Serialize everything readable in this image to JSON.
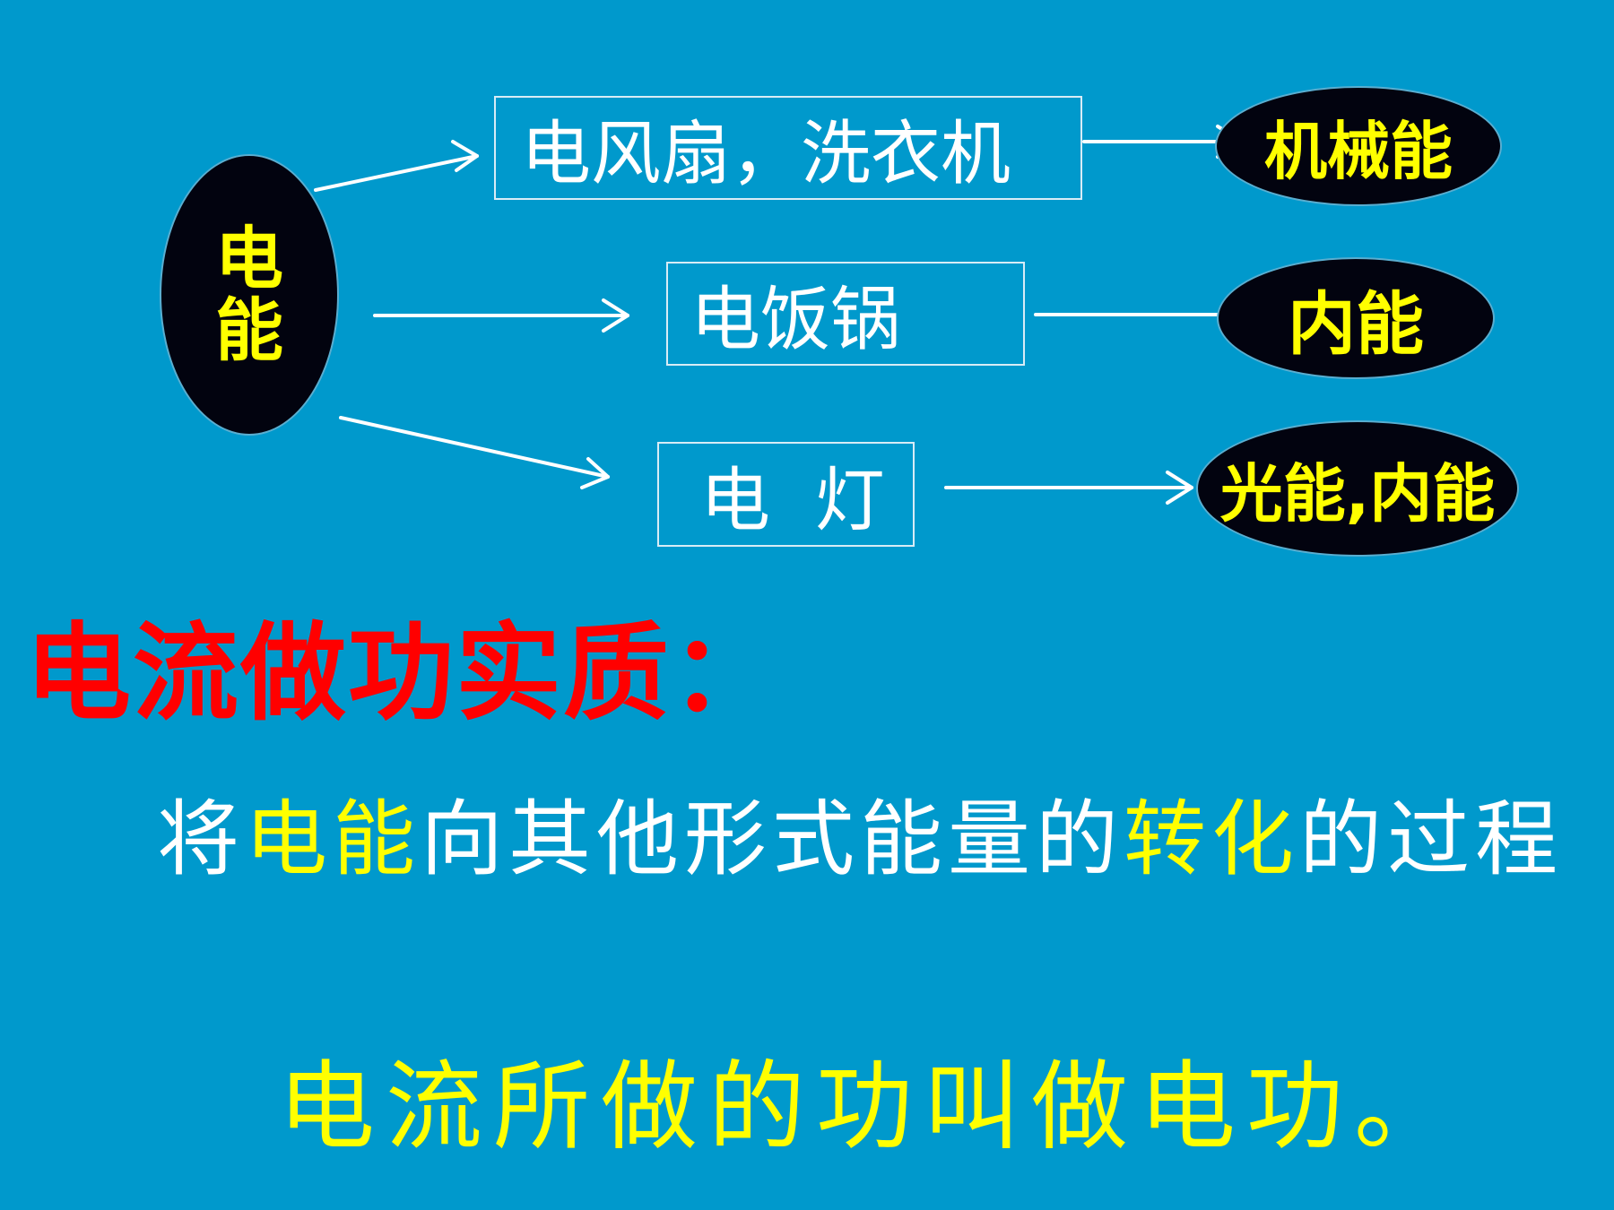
{
  "source": {
    "line1": "电",
    "line2": "能"
  },
  "devices": [
    "电风扇，洗衣机",
    "电饭锅",
    "电  灯"
  ],
  "results": [
    "机械能",
    "内能",
    "光能,内能"
  ],
  "heading": "电流做功实质：",
  "sentence": {
    "part1": "将",
    "part2": "电能",
    "part3": "向其他形式能量的",
    "part4": "转化",
    "part5": "的过程"
  },
  "conclusion": "电流所做的功叫做电功。",
  "colors": {
    "background": "#0099cc",
    "oval": "#02030f",
    "highlight": "#ffff00",
    "heading": "#ff0000",
    "text": "#ffffff"
  }
}
